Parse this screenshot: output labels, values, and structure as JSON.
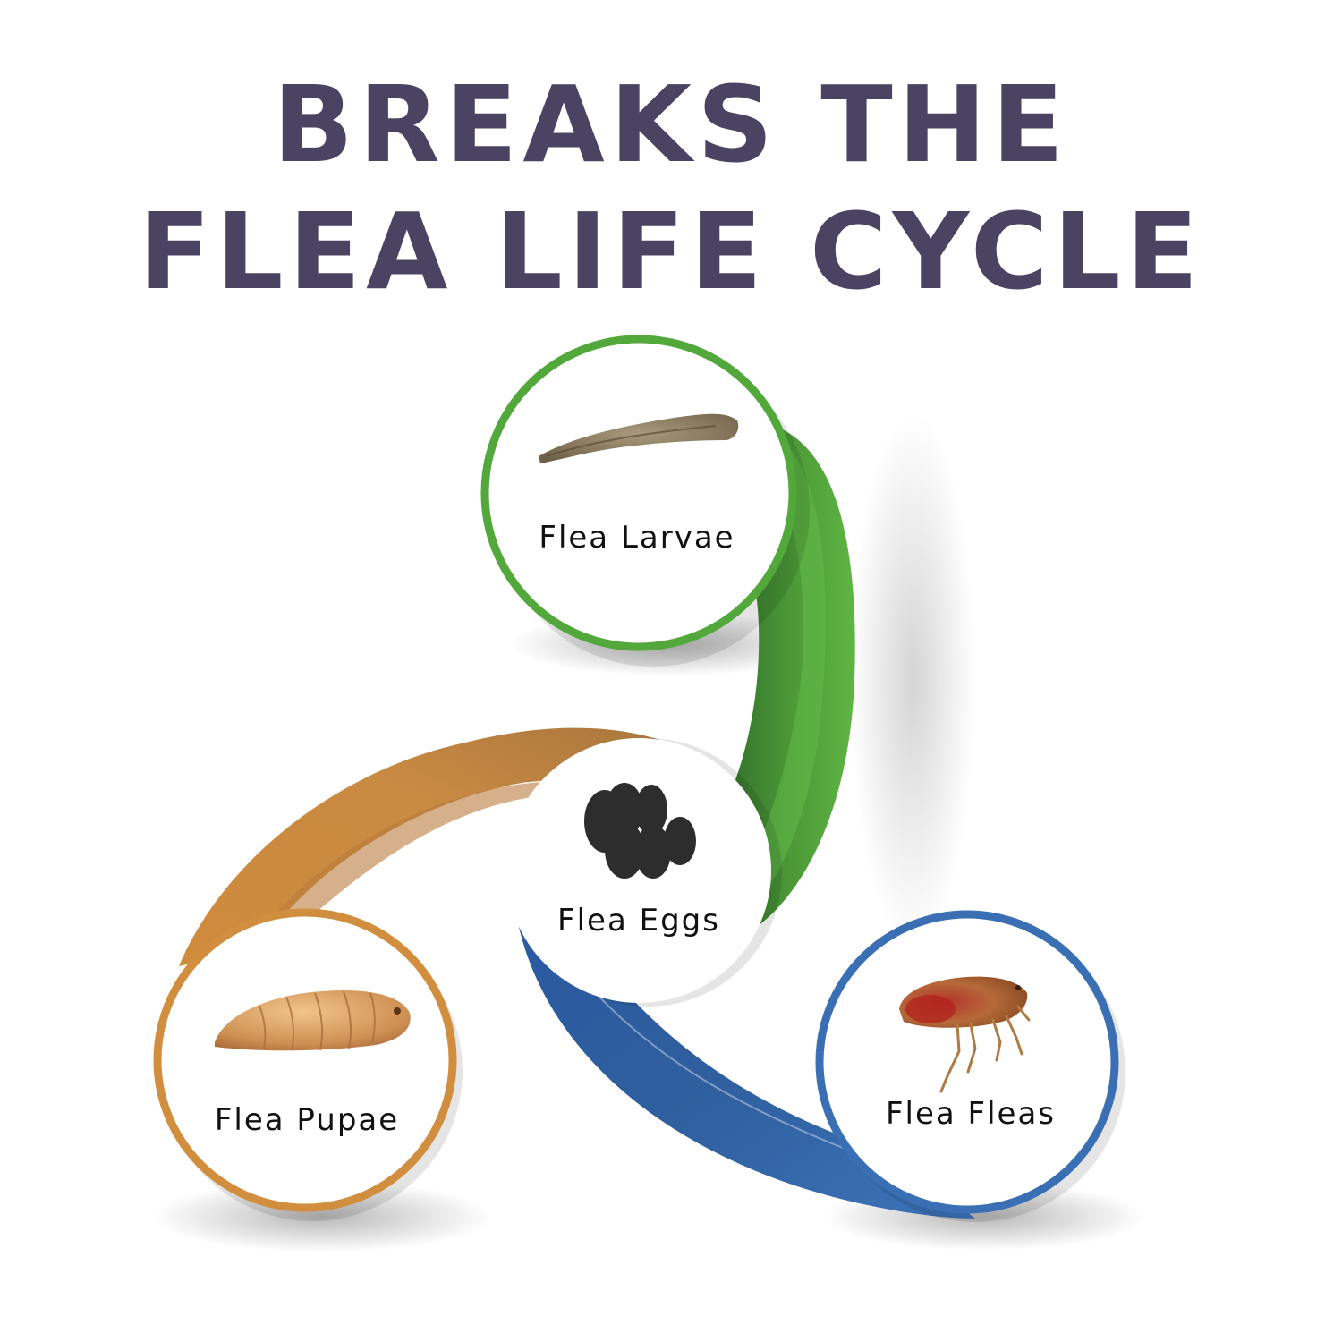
{
  "title": {
    "line1": "BREAKS THE",
    "line2": "FLEA LIFE CYCLE"
  },
  "stages": {
    "larvae": {
      "label": "Flea Larvae",
      "ring_color": "#52a83a",
      "icon": "larva-illustration"
    },
    "eggs": {
      "label": "Flea Eggs",
      "ring_color": "#ffffff",
      "icon": "eggs-illustration"
    },
    "pupae": {
      "label": "Flea Pupae",
      "ring_color": "#d08e3e",
      "icon": "pupa-illustration"
    },
    "fleas": {
      "label": "Flea Fleas",
      "ring_color": "#3a6fb4",
      "icon": "adult-flea-illustration"
    }
  },
  "colors": {
    "title": "#4a4462",
    "green_band": "#4fa63a",
    "orange_band": "#cf8b3c",
    "blue_band": "#3568ad"
  }
}
